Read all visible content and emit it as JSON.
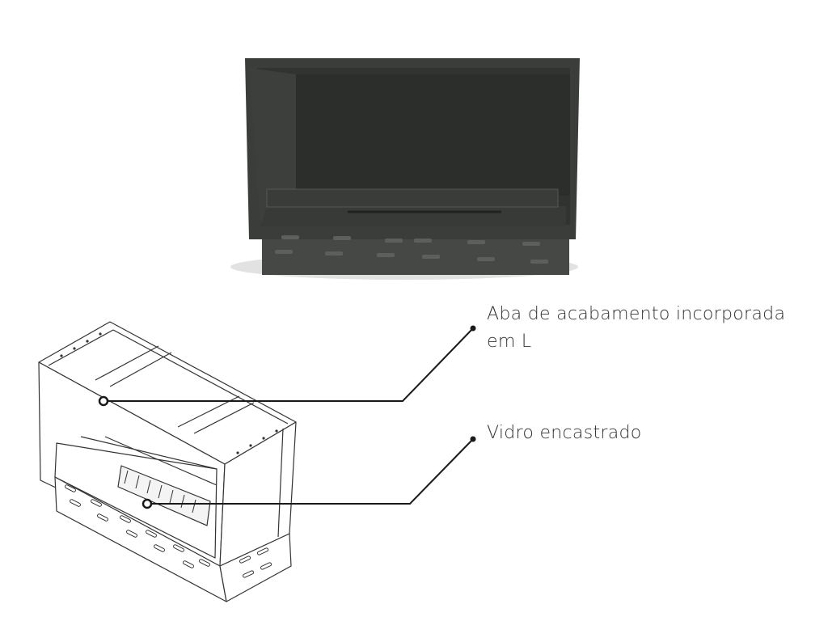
{
  "callouts": {
    "aba": {
      "text": "Aba de acabamento incorporada em L"
    },
    "vidro": {
      "text": "Vidro encastrado"
    }
  },
  "colors": {
    "fireplace_body": "#3c3e3c",
    "fireplace_interior": "#2f312f",
    "line_drawing": "#333333",
    "callout_line": "#1a1a1a",
    "background": "#ffffff"
  },
  "icons": {
    "product_render": "fireplace-render",
    "technical_drawing": "fireplace-line-drawing"
  }
}
